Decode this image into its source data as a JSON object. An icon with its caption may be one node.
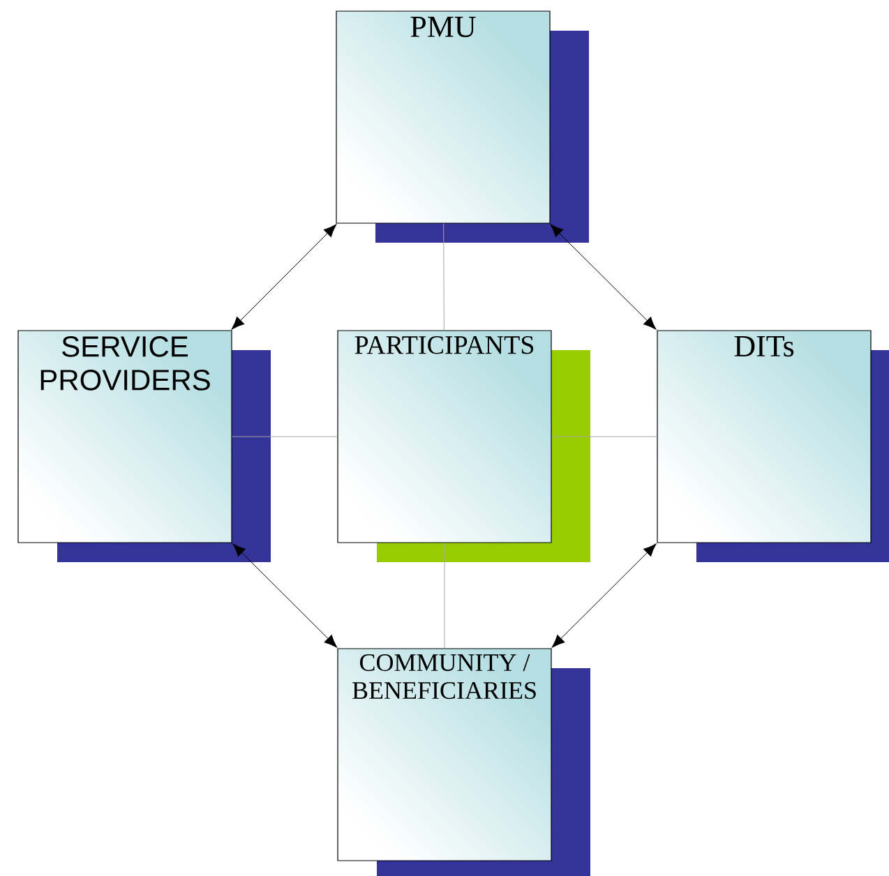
{
  "diagram": {
    "nodes": [
      {
        "text": [
          "PMU"
        ]
      },
      {
        "text": [
          "SERVICE PROVIDERS"
        ]
      },
      {
        "text": [
          "PARTICIPANTS"
        ]
      },
      {
        "text": [
          "DITs"
        ]
      },
      {
        "text": [
          "COMMUNITY / BENEFICIARIES"
        ]
      }
    ],
    "edges": [
      {
        "from": 0,
        "to": 1,
        "arrow": "both"
      },
      {
        "from": 0,
        "to": 3,
        "arrow": "both"
      },
      {
        "from": 1,
        "to": 4,
        "arrow": "both"
      },
      {
        "from": 3,
        "to": 4,
        "arrow": "both"
      },
      {
        "from": 2,
        "to": 0,
        "arrow": "none",
        "color": "#a6a6a6"
      },
      {
        "from": 2,
        "to": 1,
        "arrow": "none",
        "color": "#a6a6a6"
      },
      {
        "from": 2,
        "to": 3,
        "arrow": "none",
        "color": "#a6a6a6"
      },
      {
        "from": 2,
        "to": 4,
        "arrow": "none",
        "color": "#a6a6a6"
      }
    ]
  }
}
